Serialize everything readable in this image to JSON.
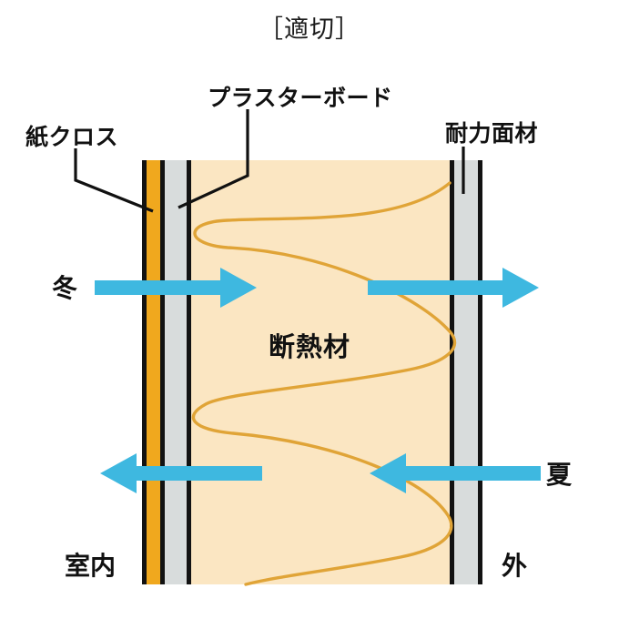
{
  "title": "［適切］",
  "labels": {
    "paper_cloth": "紙クロス",
    "plasterboard": "プラスターボード",
    "structural_sheathing": "耐力面材",
    "insulation": "断熱材"
  },
  "seasons": {
    "winter": "冬",
    "summer": "夏"
  },
  "sides": {
    "indoor": "室内",
    "outdoor": "外"
  },
  "icons": {
    "arrow_right_winter_inner": "arrow-right-icon",
    "arrow_right_winter_outer": "arrow-right-icon",
    "arrow_left_summer_inner": "arrow-left-icon",
    "arrow_left_summer_outer": "arrow-left-icon",
    "insulation_wave": "wave-line-icon"
  },
  "colors": {
    "paper_cloth": "#F0A81E",
    "plasterboard": "#D8DCDC",
    "insulation_fill": "#FBE6C2",
    "insulation_wave": "#E0A437",
    "sheathing": "#D8DCDC",
    "rule": "#121212",
    "arrow": "#3EB8E0",
    "text": "#111111",
    "background": "#FFFFFF"
  }
}
